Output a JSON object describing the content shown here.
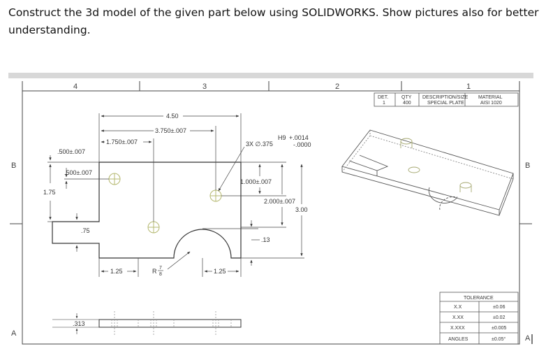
{
  "question": {
    "line1": "Construct the 3d model of the given part below using SOLIDWORKS. Show pictures also for better",
    "line2": "understanding."
  },
  "zones": {
    "col4": "4",
    "col3": "3",
    "col2": "2",
    "col1": "1",
    "rowB": "B",
    "rowA": "A"
  },
  "bom": {
    "headers": [
      "DET.",
      "QTY",
      "DESCRIPTION/SIZE",
      "MATERIAL"
    ],
    "row": [
      "1",
      "400",
      "SPECIAL PLATE",
      "AISI 1020"
    ]
  },
  "dims": {
    "width": "4.50",
    "hole_right_x": "3.750±.007",
    "hole_left_x": "1.750±.007",
    "hole_callout": "3X ∅.375",
    "tol_fit": "H9",
    "tol_upper": "+.0014",
    "tol_lower": "-.0000",
    "top_offset": ".500±.007",
    "left_hole_y": ".500±.007",
    "height_left": "1.75",
    "slot_height": ".75",
    "hole_right_y": "1.000±.007",
    "hole_bottom_y": "2.000±.007",
    "height_total": "3.00",
    "arc_depth": ".13",
    "slot_width": "1.25",
    "radius_prefix": "R",
    "radius_num": "7",
    "radius_den": "8",
    "arc_right": "1.25",
    "thickness": ".313"
  },
  "tolerance": {
    "title": "TOLERANCE",
    "rows": [
      {
        "label": "X.X",
        "value": "±0.06"
      },
      {
        "label": "X.XX",
        "value": "±0.02"
      },
      {
        "label": "X.XXX",
        "value": "±0.005"
      },
      {
        "label": "ANGLES",
        "value": "±0.05°"
      }
    ]
  },
  "colors": {
    "line": "#333333",
    "hole": "#b5b870",
    "frame": "#444444"
  }
}
